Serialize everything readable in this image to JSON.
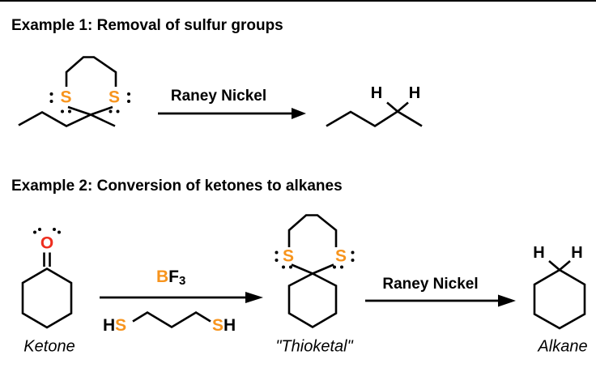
{
  "colors": {
    "sulfur": "#f7941d",
    "oxygen": "#ee2e1f",
    "boron": "#f7941d",
    "bond": "#000000"
  },
  "example1": {
    "heading": "Example 1: Removal of sulfur groups",
    "substrate": {
      "s_left": "S",
      "s_right": "S"
    },
    "arrow_reagent": "Raney Nickel",
    "product": {
      "h_left": "H",
      "h_right": "H"
    }
  },
  "example2": {
    "heading": "Example 2: Conversion of ketones to alkanes",
    "ketone": {
      "o_label": "O",
      "caption": "Ketone"
    },
    "step1": {
      "boron": "B",
      "fluorine": "F",
      "fluorine_sub": "3",
      "dithiol_left_h": "H",
      "dithiol_left_s": "S",
      "dithiol_right_s": "S",
      "dithiol_right_h": "H"
    },
    "thioketal": {
      "s_left": "S",
      "s_right": "S",
      "caption": "\"Thioketal\""
    },
    "step2": {
      "reagent": "Raney Nickel"
    },
    "alkane": {
      "h_left": "H",
      "h_right": "H",
      "caption": "Alkane"
    }
  }
}
